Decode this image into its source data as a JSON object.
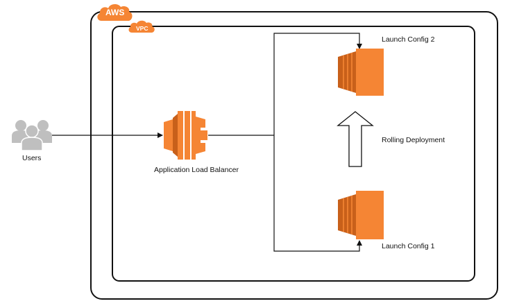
{
  "aws": {
    "label": "AWS"
  },
  "vpc": {
    "label": "VPC"
  },
  "users": {
    "label": "Users"
  },
  "load_balancer": {
    "label": "Application Load Balancer"
  },
  "launch_config_2": {
    "label": "Launch Config 2"
  },
  "launch_config_1": {
    "label": "Launch Config 1"
  },
  "rolling": {
    "label": "Rolling Deployment"
  },
  "colors": {
    "aws_orange": "#f58534",
    "aws_orange_dark": "#c8601a",
    "user_gray": "#bfbfbf",
    "border": "#111111"
  }
}
